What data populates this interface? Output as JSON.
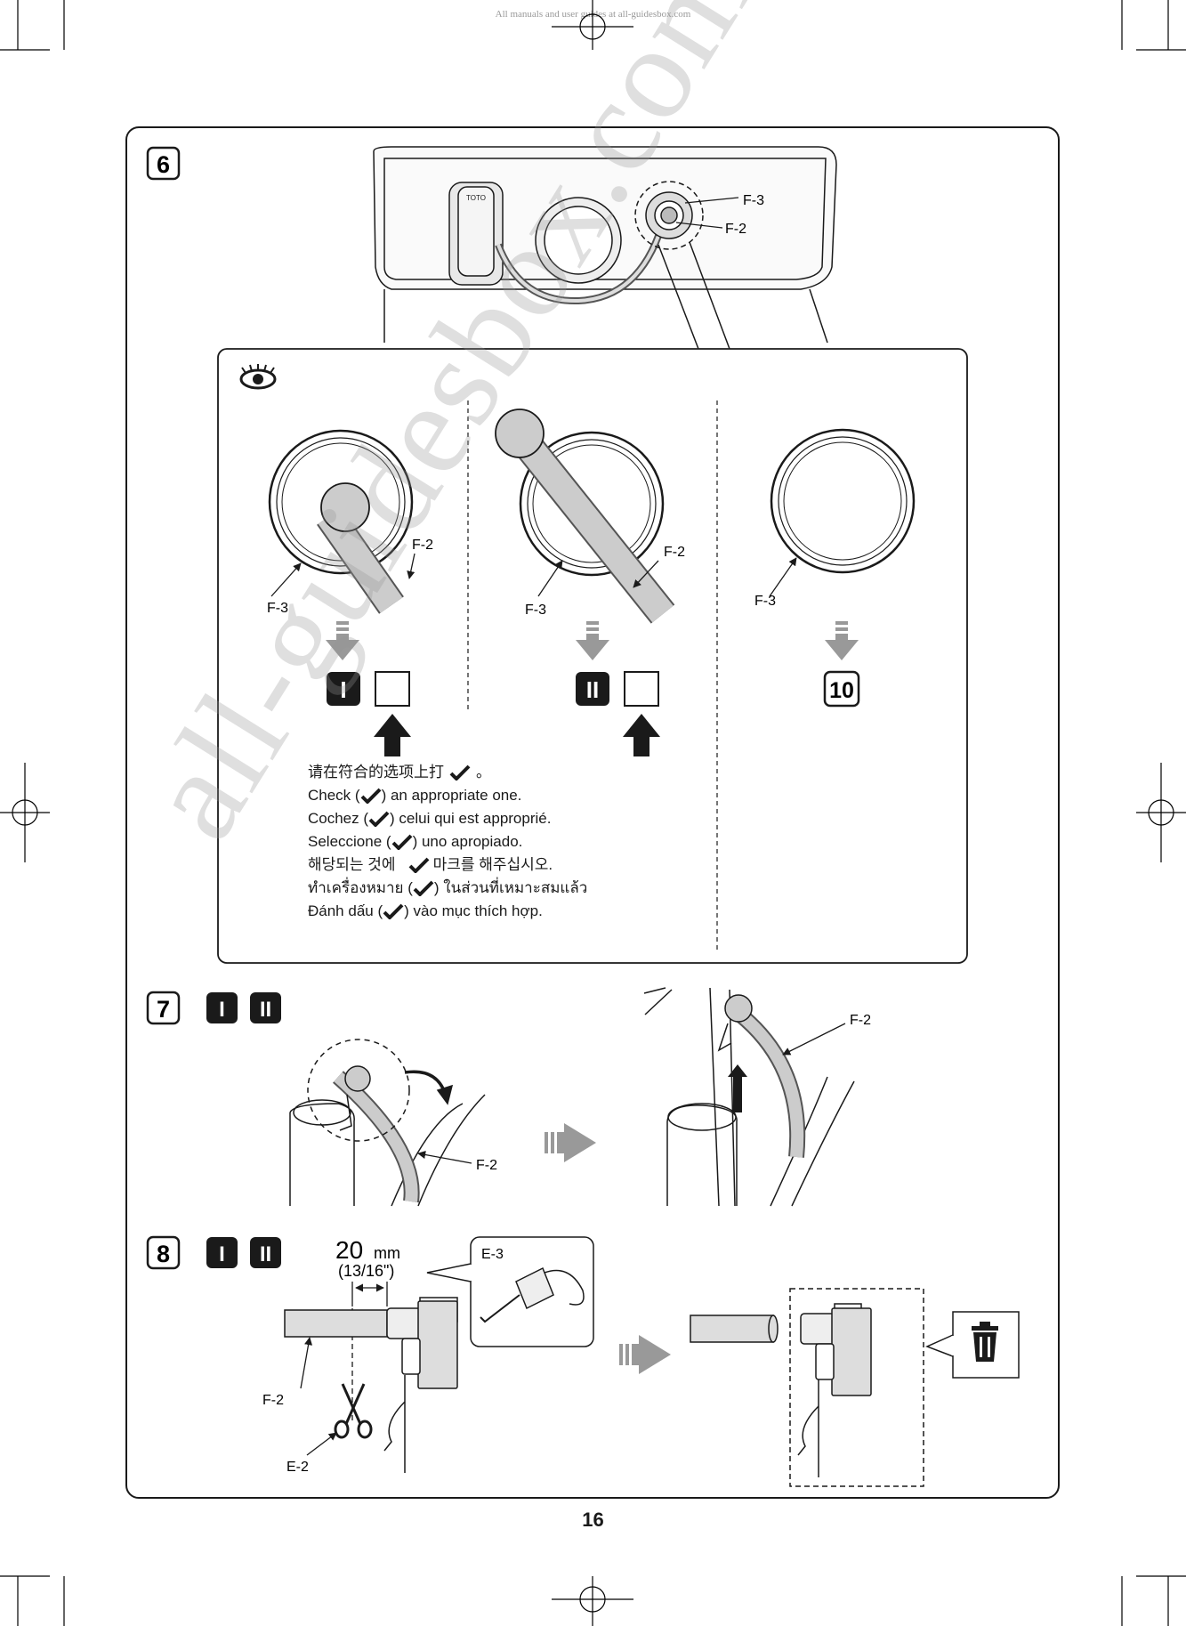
{
  "header_note": "All manuals and user guides at all-guidesbox.com",
  "page_number": "16",
  "watermark": "all-guidesbox.com",
  "steps": {
    "step6": "6",
    "step7": "7",
    "step8": "8",
    "option_1": "I",
    "option_2": "II",
    "goto_step": "10"
  },
  "labels": {
    "f3": "F-3",
    "f2": "F-2",
    "e3": "E-3",
    "e2": "E-2",
    "measure_value": "20",
    "measure_unit": "mm",
    "measure_inch": "(13/16\")"
  },
  "instructions": {
    "zh_pre": "请在符合的选项上打",
    "zh_post": "。",
    "en_pre": "Check (",
    "en_post": ") an appropriate one.",
    "fr_pre": "Cochez (",
    "fr_post": ") celui qui est approprié.",
    "es_pre": "Seleccione (",
    "es_post": ") uno apropiado.",
    "ko_pre": "해당되는 것에",
    "ko_post": "마크를 해주십시오.",
    "th_pre": "ทำเครื่องหมาย (",
    "th_post": ") ในส่วนที่เหมาะสมแล้ว",
    "vi_pre": "Đánh dấu (",
    "vi_post": ") vào mục thích hợp."
  },
  "icons": [
    "eye-icon",
    "checkmark-icon",
    "scissors-icon",
    "trash-icon",
    "tape-measure-icon",
    "down-arrow-icon",
    "up-arrow-icon",
    "right-arrow-icon"
  ]
}
